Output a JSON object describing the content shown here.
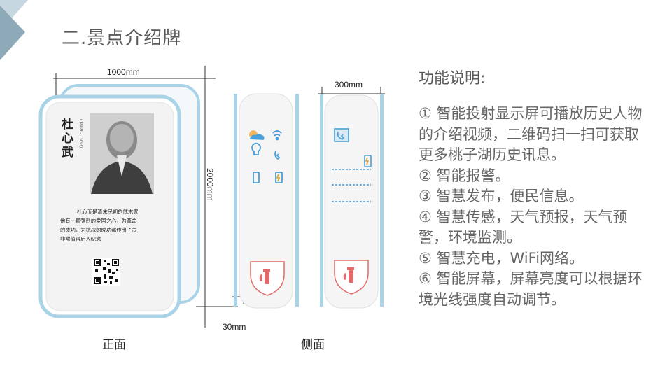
{
  "slide": {
    "title": "二.景点介绍牌"
  },
  "front": {
    "width_label": "1000mm",
    "height_label": "2000mm",
    "depth_label": "30mm",
    "caption": "正面",
    "person_name": "杜心武",
    "years": "(1869 - 1953)",
    "bio_lines": [
      "杜心五是清末民初的武术家,",
      "他有一颗强烈的爱国之心，为革命",
      "的成功，为抗战的成功都作出了贡",
      "非常值得后人纪念"
    ]
  },
  "side": {
    "width_label": "300mm",
    "caption": "侧面"
  },
  "functions": {
    "heading": "功能说明:",
    "items": [
      "① 智能投射显示屏可播放历史人物的介绍视频，二维码扫一扫可获取更多桃子湖历史讯息。",
      "② 智能报警。",
      "③ 智慧发布，便民信息。",
      "④ 智慧传感，天气预报，天气预警，环境监测。",
      "⑤ 智慧充电，WiFi网络。",
      "⑥ 智能屏幕，屏幕亮度可以根据环境光线强度自动调节。"
    ]
  },
  "colors": {
    "frame_blue": "#a9d3e6",
    "icon_blue": "#4a9fd8",
    "alarm_red": "#e36a6a",
    "corner_dark": "#8ea9b8",
    "corner_light": "#c7d7e0"
  }
}
